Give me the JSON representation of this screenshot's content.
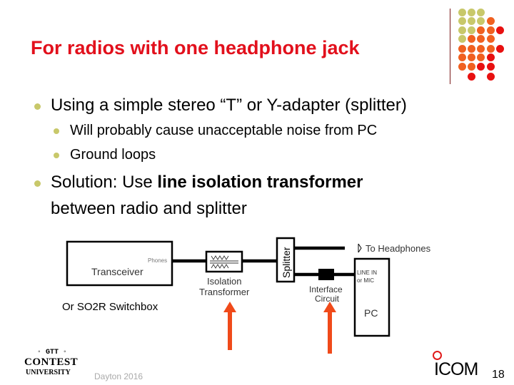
{
  "slide": {
    "title": "For radios with one headphone jack",
    "bullets": [
      {
        "text": "Using a simple stereo “T” or Y-adapter (splitter)",
        "sub": [
          "Will probably cause unacceptable noise from PC",
          "Ground loops"
        ]
      },
      {
        "text_prefix": "Solution:  Use ",
        "text_bold": "line isolation transformer",
        "text_line2": "between radio and splitter"
      }
    ]
  },
  "diagram": {
    "transceiver_label": "Transceiver",
    "phones_label": "Phones",
    "alt_label": "Or SO2R Switchbox",
    "transformer_label_1": "Isolation",
    "transformer_label_2": "Transformer",
    "splitter_label": "Splitter",
    "headphones_label": "To Headphones",
    "interface_label_1": "Interface",
    "interface_label_2": "Circuit",
    "pc_input_1": "LINE IN",
    "pc_input_2": "or MIC",
    "pc_label": "PC",
    "arrow_color": "#f04a1a"
  },
  "footer": {
    "logo_left_1": "GTT",
    "logo_left_2": "CONTEST",
    "logo_left_3": "UNIVERSITY",
    "event": "Dayton 2016",
    "logo_right": "ICOM",
    "page_number": "18"
  },
  "theme": {
    "title_color": "#e2101c",
    "green": "#c8c86a",
    "orange": "#f06020",
    "red": "#e81010"
  }
}
